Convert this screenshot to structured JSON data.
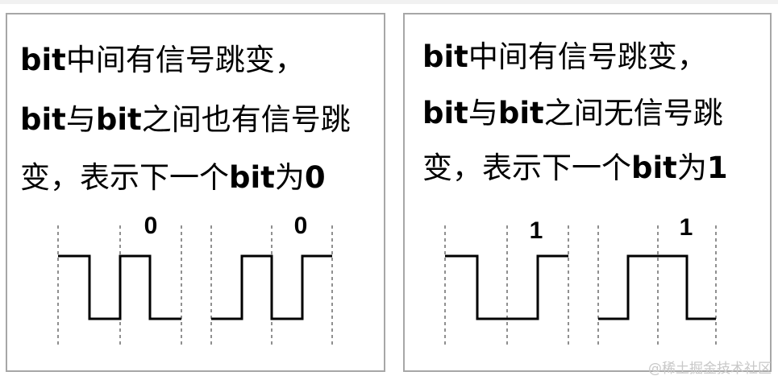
{
  "left_panel": {
    "lines": [
      [
        {
          "t": "bit",
          "b": true
        },
        {
          "t": "中间有信号跳变，",
          "b": false
        }
      ],
      [
        {
          "t": "bit",
          "b": true
        },
        {
          "t": "与",
          "b": false
        },
        {
          "t": "bit",
          "b": true
        },
        {
          "t": "之间也有信号跳",
          "b": false
        }
      ],
      [
        {
          "t": "变，表示下一个",
          "b": false
        },
        {
          "t": "bit",
          "b": true
        },
        {
          "t": "为",
          "b": false
        },
        {
          "t": "0",
          "b": true
        }
      ]
    ],
    "bit_labels": [
      "0",
      "0"
    ]
  },
  "right_panel": {
    "lines": [
      [
        {
          "t": "bit",
          "b": true
        },
        {
          "t": "中间有信号跳变，",
          "b": false
        }
      ],
      [
        {
          "t": "bit",
          "b": true
        },
        {
          "t": "与",
          "b": false
        },
        {
          "t": "bit",
          "b": true
        },
        {
          "t": "之间无信号跳",
          "b": false
        }
      ],
      [
        {
          "t": "变，表示下一个",
          "b": false
        },
        {
          "t": "bit",
          "b": true
        },
        {
          "t": "为",
          "b": false
        },
        {
          "t": "1",
          "b": true
        }
      ]
    ],
    "bit_labels": [
      "1",
      "1"
    ]
  },
  "watermark": "@稀土掘金技术社区"
}
